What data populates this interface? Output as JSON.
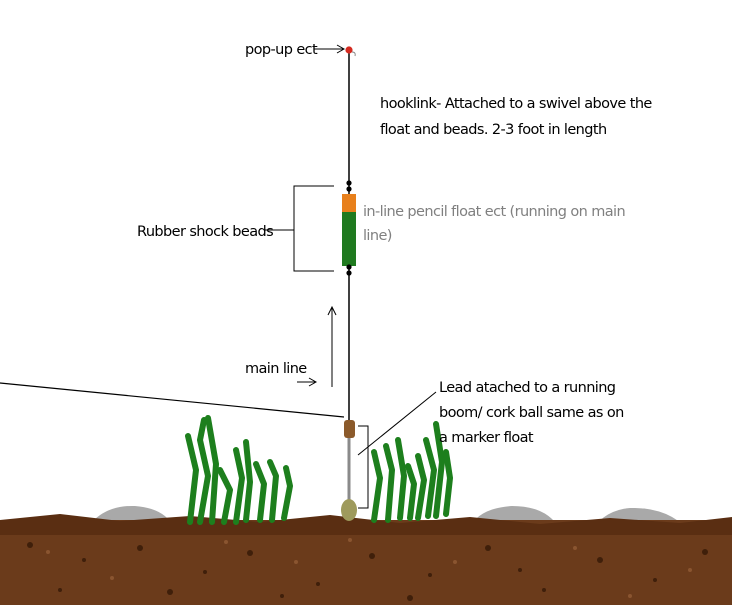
{
  "labels": {
    "popup": "pop-up ect",
    "hooklink_1": "hooklink- Attached to a swivel above the",
    "hooklink_2": "float and beads.  2-3 foot in length",
    "beads": "Rubber shock beads",
    "float_1": "in-line pencil float ect (running on main",
    "float_2": "line)",
    "mainline": "main line",
    "lead_1": "Lead atached to a running",
    "lead_2": "boom/ cork ball same as on",
    "lead_3": "a marker float"
  },
  "colors": {
    "background": "#ffffff",
    "line": "#000000",
    "grey_text": "#808080",
    "popup_bead": "#d42a20",
    "float_top": "#e8801c",
    "float_body": "#1f7a1f",
    "weed": "#1d7f1d",
    "mud": "#6a3a1a",
    "stone": "#a9a9a9",
    "lead": "#8b5a2b",
    "cork": "#9e9a5c"
  }
}
